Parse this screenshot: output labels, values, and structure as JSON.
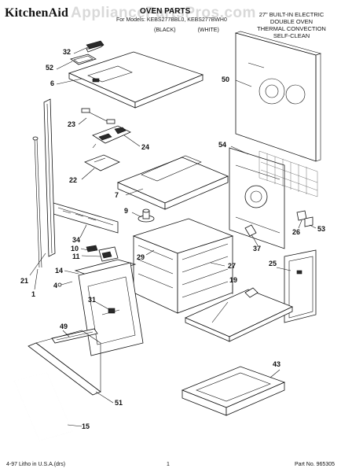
{
  "header": {
    "brand": "KitchenAid",
    "watermark": "AppliancePartsPros.com",
    "sheet_title": "OVEN PARTS",
    "model_line": "For Models: KEBS277BBL0, KEBS277BWH0",
    "color_black": "(BLACK)",
    "color_white": "(WHITE)",
    "description": [
      "27\" BUILT-IN ELECTRIC",
      "DOUBLE OVEN",
      "THERMAL CONVECTION",
      "SELF-CLEAN"
    ]
  },
  "callouts": [
    {
      "id": "c32",
      "label": "32"
    },
    {
      "id": "c52",
      "label": "52"
    },
    {
      "id": "c6",
      "label": "6"
    },
    {
      "id": "c50",
      "label": "50"
    },
    {
      "id": "c23",
      "label": "23"
    },
    {
      "id": "c24",
      "label": "24"
    },
    {
      "id": "c54",
      "label": "54"
    },
    {
      "id": "c22",
      "label": "22"
    },
    {
      "id": "c7",
      "label": "7"
    },
    {
      "id": "c9",
      "label": "9"
    },
    {
      "id": "c34",
      "label": "34"
    },
    {
      "id": "c10",
      "label": "10"
    },
    {
      "id": "c11",
      "label": "11"
    },
    {
      "id": "c29",
      "label": "29"
    },
    {
      "id": "c26",
      "label": "26"
    },
    {
      "id": "c53",
      "label": "53"
    },
    {
      "id": "c37",
      "label": "37"
    },
    {
      "id": "c27",
      "label": "27"
    },
    {
      "id": "c25",
      "label": "25"
    },
    {
      "id": "c14",
      "label": "14"
    },
    {
      "id": "c4",
      "label": "4"
    },
    {
      "id": "c21",
      "label": "21"
    },
    {
      "id": "c1",
      "label": "1"
    },
    {
      "id": "c31",
      "label": "31"
    },
    {
      "id": "c19",
      "label": "19"
    },
    {
      "id": "c49",
      "label": "49"
    },
    {
      "id": "c43",
      "label": "43"
    },
    {
      "id": "c51",
      "label": "51"
    },
    {
      "id": "c15",
      "label": "15"
    }
  ],
  "footer": {
    "left": "4-97 Litho in U.S.A.(drs)",
    "center": "1",
    "right": "Part No. 965305"
  }
}
